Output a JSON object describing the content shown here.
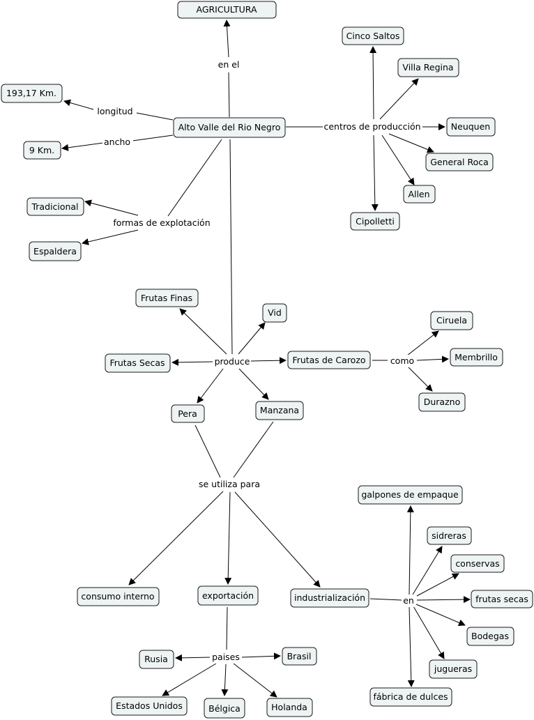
{
  "concepts": {
    "agricultura": "AGRICULTURA",
    "alto_valle": "Alto Valle del Rio Negro",
    "km193": "193,17 Km.",
    "km9": "9 Km.",
    "cinco_saltos": "Cinco Saltos",
    "villa_regina": "Villa Regina",
    "neuquen": "Neuquen",
    "general_roca": "General Roca",
    "allen": "Allen",
    "cipolletti": "Cipolletti",
    "tradicional": "Tradicional",
    "espaldera": "Espaldera",
    "frutas_finas": "Frutas Finas",
    "vid": "Vid",
    "frutas_secas": "Frutas Secas",
    "frutas_carozo": "Frutas de Carozo",
    "ciruela": "Ciruela",
    "membrillo": "Membrillo",
    "durazno": "Durazno",
    "pera": "Pera",
    "manzana": "Manzana",
    "galpones": "galpones de empaque",
    "sidreras": "sidreras",
    "conservas": "conservas",
    "frutas_secas2": "frutas secas",
    "bodegas": "Bodegas",
    "jugueras": "jugueras",
    "fabrica_dulces": "fábrica de dulces",
    "consumo_interno": "consumo interno",
    "exportacion": "exportación",
    "industrializacion": "industrialización",
    "rusia": "Rusia",
    "brasil": "Brasil",
    "estados_unidos": "Estados Unidos",
    "belgica": "Bélgica",
    "holanda": "Holanda"
  },
  "linking_phrases": {
    "en_el": "en el",
    "longitud": "longitud",
    "ancho": "ancho",
    "centros": "centros de producción",
    "formas": "formas de explotación",
    "produce": "produce",
    "como": "como",
    "se_utiliza": "se utiliza para",
    "en": "en",
    "paises": "paises"
  }
}
